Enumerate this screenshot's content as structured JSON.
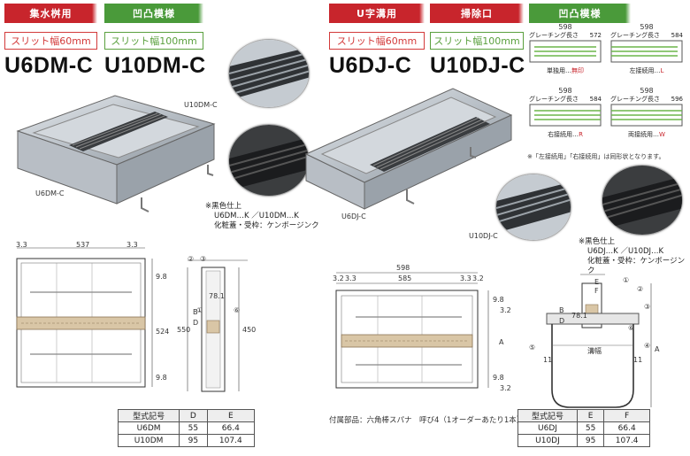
{
  "left": {
    "tabs": [
      {
        "label": "集水桝用",
        "color": "#c8252c"
      },
      {
        "label": "凹凸模様",
        "color": "#4a9a3a"
      }
    ],
    "slits": [
      "スリット幅60mm",
      "スリット幅100mm"
    ],
    "models": [
      "U6DM-C",
      "U10DM-C"
    ],
    "callouts": {
      "top": "U10DM-C",
      "bottom": "U6DM-C"
    },
    "finish_note": [
      "※黒色仕上",
      "U6DM…K ／U10DM…K",
      "化粧蓋・受枠：ケンボージンク"
    ],
    "dims": {
      "top": [
        "3.3",
        "537",
        "3.3"
      ],
      "right": [
        "9.8",
        "524",
        "9.8"
      ],
      "side": [
        "78.1",
        "B",
        "D",
        "550",
        "450"
      ],
      "markers": [
        "②",
        "③",
        "①",
        "⑥"
      ]
    },
    "table": {
      "headers": [
        "型式記号",
        "D",
        "E"
      ],
      "rows": [
        [
          "U6DM",
          "55",
          "66.4"
        ],
        [
          "U10DM",
          "95",
          "107.4"
        ]
      ]
    }
  },
  "right": {
    "tabs": [
      {
        "label": "U字溝用",
        "color": "#c8252c"
      },
      {
        "label": "掃除口",
        "color": "#c8252c"
      },
      {
        "label": "凹凸模様",
        "color": "#4a9a3a"
      }
    ],
    "slits": [
      "スリット幅60mm",
      "スリット幅100mm"
    ],
    "models": [
      "U6DJ-C",
      "U10DJ-C"
    ],
    "callouts": {
      "bottom_left": "U6DJ-C",
      "bottom_right": "U10DJ-C"
    },
    "grating_variants": [
      {
        "width": "598",
        "grating_label": "グレーチング長さ",
        "length": "572",
        "caption": "単独用…",
        "suffix": "無印"
      },
      {
        "width": "598",
        "grating_label": "グレーチング長さ",
        "length": "584",
        "caption": "左接続用…",
        "suffix": "L"
      },
      {
        "width": "598",
        "grating_label": "グレーチング長さ",
        "length": "584",
        "caption": "右接続用…",
        "suffix": "R"
      },
      {
        "width": "598",
        "grating_label": "グレーチング長さ",
        "length": "596",
        "caption": "両接続用…",
        "suffix": "W"
      }
    ],
    "variant_note": "※「左接続用」「右接続用」は同形状となります。",
    "finish_note": [
      "※黒色仕上",
      "U6DJ…K ／U10DJ…K",
      "化粧蓋・受枠：ケンボージンク"
    ],
    "dims": {
      "top_total": "598",
      "top": [
        "3.2",
        "3.3",
        "585",
        "3.3",
        "3.2"
      ],
      "right": [
        "9.8",
        "3.2",
        "A",
        "9.8",
        "3.2"
      ],
      "section": [
        "E",
        "F",
        "78.1",
        "B",
        "D",
        "A",
        "溝幅",
        "11",
        "11"
      ],
      "markers": [
        "①",
        "②",
        "③",
        "④",
        "⑤",
        "⑥"
      ]
    },
    "accessory_note": "付属部品：六角棒スパナ　呼び4（1オーダーあたり1本）",
    "table": {
      "headers": [
        "型式記号",
        "E",
        "F"
      ],
      "rows": [
        [
          "U6DJ",
          "55",
          "66.4"
        ],
        [
          "U10DJ",
          "95",
          "107.4"
        ]
      ]
    }
  }
}
